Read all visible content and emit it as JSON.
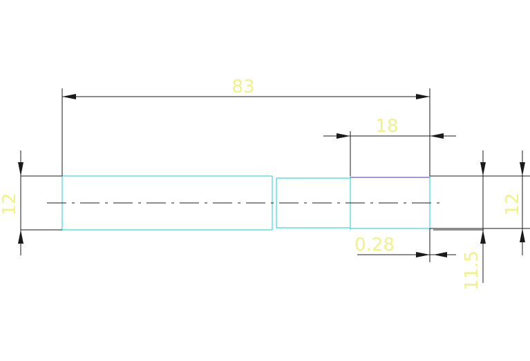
{
  "drawing": {
    "colors": {
      "background": "#ffffff",
      "dimension_lines": "#1a1a1a",
      "part_outline": "#3fd6de",
      "dimension_text": "#f1f18a",
      "purple_edge": "#6a5acd"
    },
    "dimensions": {
      "overall_length": "83",
      "segment_length": "18",
      "diameter_left": "12",
      "diameter_right": "12",
      "offset": "0.28",
      "step": "11.5"
    }
  }
}
